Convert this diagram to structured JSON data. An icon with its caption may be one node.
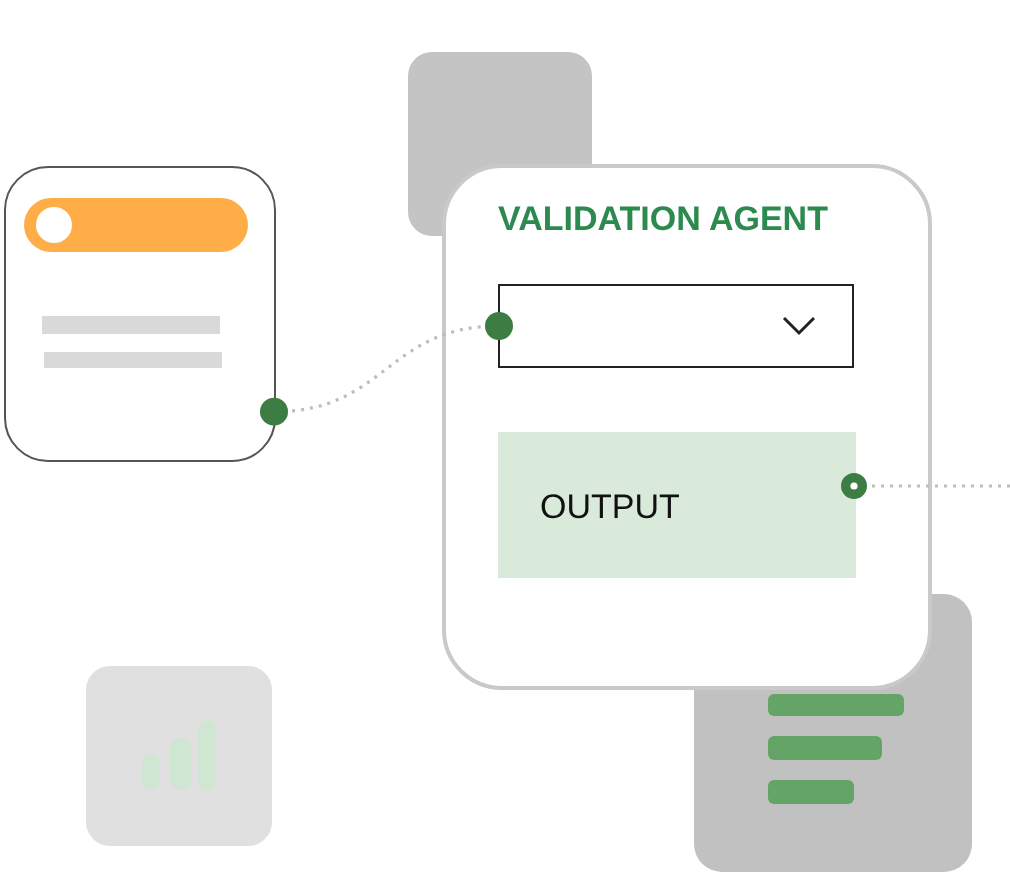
{
  "diagram": {
    "nodes": [
      {
        "text": [],
        "shape": "box"
      },
      {
        "text": [
          "VALIDATION AGENT"
        ]
      },
      {
        "text": [],
        "shape": "box",
        "in": 1
      },
      {
        "text": [
          "OUTPUT"
        ],
        "in": 1
      }
    ],
    "edges": [
      {
        "from": 0,
        "to": 2,
        "arrow": "other",
        "style": "dashed"
      },
      {
        "from": 3,
        "to": null,
        "arrow": "other",
        "style": "dashed"
      }
    ]
  }
}
